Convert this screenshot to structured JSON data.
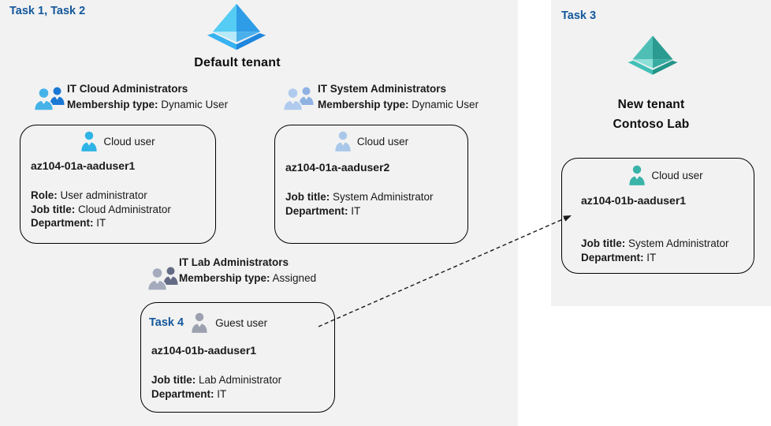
{
  "colors": {
    "panel_background": "#f2f2f2",
    "page_background": "#ffffff",
    "task_label_blue": "#14579b",
    "card_border": "#000000",
    "azure_tenant_blue_light": "#55ccf3",
    "azure_tenant_blue_dark": "#1e86dd",
    "new_tenant_teal_light": "#4fbfb5",
    "new_tenant_teal_dark": "#23948a",
    "cloud_user_cyan": "#2eb4e6",
    "cloud_user_pale_blue": "#a9c7e9",
    "guest_user_gray": "#9ba1ae",
    "cloud_user_teal": "#3ab3a9"
  },
  "arrow": {
    "style": "dashed",
    "from": "guest-user-card",
    "to": "new-tenant-cloud-user-card"
  },
  "left_panel": {
    "task_label": "Task 1, Task 2",
    "tenant": {
      "icon": "azure-ad-tenant-icon",
      "label": "Default tenant"
    },
    "groups": [
      {
        "icon": "group-blue-icon",
        "name": "IT Cloud Administrators",
        "membership_label": "Membership type:",
        "membership_value": "Dynamic User"
      },
      {
        "icon": "group-pale-icon",
        "name": "IT System Administrators",
        "membership_label": "Membership type:",
        "membership_value": "Dynamic User"
      },
      {
        "icon": "group-gray-icon",
        "name": "IT Lab Administrators",
        "membership_label": "Membership type:",
        "membership_value": "Assigned"
      }
    ],
    "cards": [
      {
        "user_type": "Cloud user",
        "username": "az104-01a-aaduser1",
        "fields": [
          {
            "label": "Role:",
            "value": "User administrator"
          },
          {
            "label": "Job title:",
            "value": "Cloud Administrator"
          },
          {
            "label": "Department:",
            "value": "IT"
          }
        ]
      },
      {
        "user_type": "Cloud user",
        "username": "az104-01a-aaduser2",
        "fields": [
          {
            "label": "Job title:",
            "value": "System Administrator"
          },
          {
            "label": "Department:",
            "value": "IT"
          }
        ]
      },
      {
        "task_label": "Task 4",
        "user_type": "Guest user",
        "username": "az104-01b-aaduser1",
        "fields": [
          {
            "label": "Job title:",
            "value": "Lab Administrator"
          },
          {
            "label": "Department:",
            "value": "IT"
          }
        ]
      }
    ]
  },
  "right_panel": {
    "task_label": "Task 3",
    "tenant": {
      "icon": "new-tenant-icon",
      "label_line1": "New tenant",
      "label_line2": "Contoso Lab"
    },
    "card": {
      "user_type": "Cloud user",
      "username": "az104-01b-aaduser1",
      "fields": [
        {
          "label": "Job title:",
          "value": "System Administrator"
        },
        {
          "label": "Department:",
          "value": "IT"
        }
      ]
    }
  }
}
